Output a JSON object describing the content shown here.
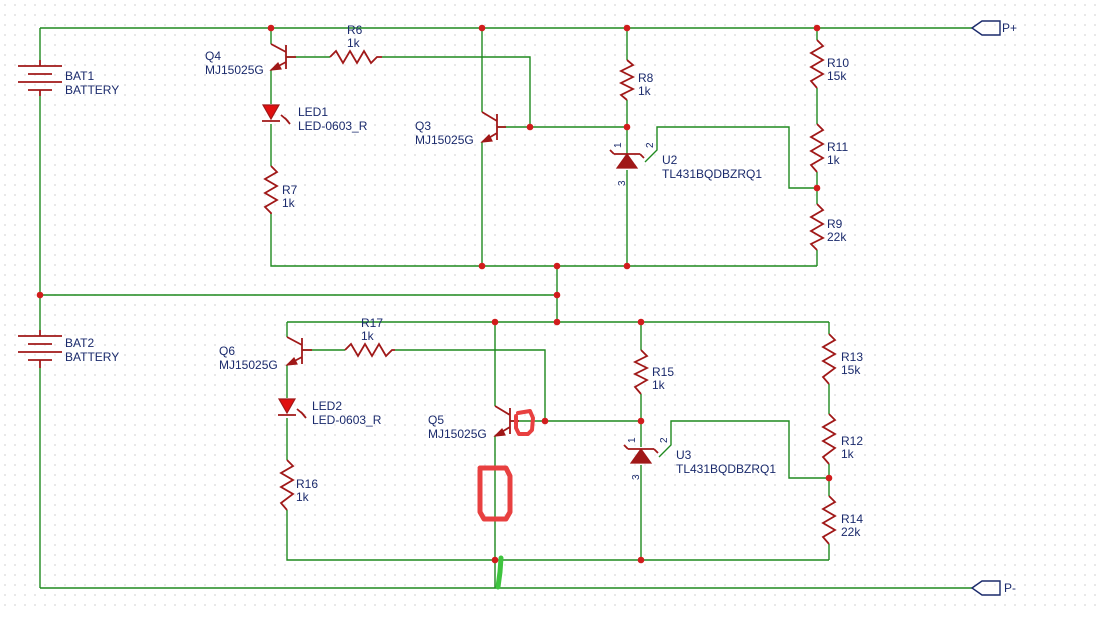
{
  "colors": {
    "wire": "#1f8a1f",
    "component": "#a01818",
    "label": "#1a2a6c",
    "junction": "#d11c1c",
    "annotation_red": "#e84040",
    "annotation_green": "#3ec43e"
  },
  "ports": {
    "p_plus": "P+",
    "p_minus": "P-"
  },
  "batteries": [
    {
      "ref": "BAT1",
      "value": "BATTERY"
    },
    {
      "ref": "BAT2",
      "value": "BATTERY"
    }
  ],
  "resistors": {
    "R6": {
      "ref": "R6",
      "value": "1k"
    },
    "R7": {
      "ref": "R7",
      "value": "1k"
    },
    "R8": {
      "ref": "R8",
      "value": "1k"
    },
    "R9": {
      "ref": "R9",
      "value": "22k"
    },
    "R10": {
      "ref": "R10",
      "value": "15k"
    },
    "R11": {
      "ref": "R11",
      "value": "1k"
    },
    "R12": {
      "ref": "R12",
      "value": "1k"
    },
    "R13": {
      "ref": "R13",
      "value": "15k"
    },
    "R14": {
      "ref": "R14",
      "value": "22k"
    },
    "R15": {
      "ref": "R15",
      "value": "1k"
    },
    "R16": {
      "ref": "R16",
      "value": "1k"
    },
    "R17": {
      "ref": "R17",
      "value": "1k"
    }
  },
  "transistors": {
    "Q3": {
      "ref": "Q3",
      "value": "MJ15025G"
    },
    "Q4": {
      "ref": "Q4",
      "value": "MJ15025G"
    },
    "Q5": {
      "ref": "Q5",
      "value": "MJ15025G"
    },
    "Q6": {
      "ref": "Q6",
      "value": "MJ15025G"
    }
  },
  "leds": {
    "LED1": {
      "ref": "LED1",
      "value": "LED-0603_R"
    },
    "LED2": {
      "ref": "LED2",
      "value": "LED-0603_R"
    }
  },
  "regulators": {
    "U2": {
      "ref": "U2",
      "value": "TL431BQDBZRQ1",
      "pin1": "1",
      "pin2": "2",
      "pin3": "3"
    },
    "U3": {
      "ref": "U3",
      "value": "TL431BQDBZRQ1",
      "pin1": "1",
      "pin2": "2",
      "pin3": "3"
    }
  }
}
